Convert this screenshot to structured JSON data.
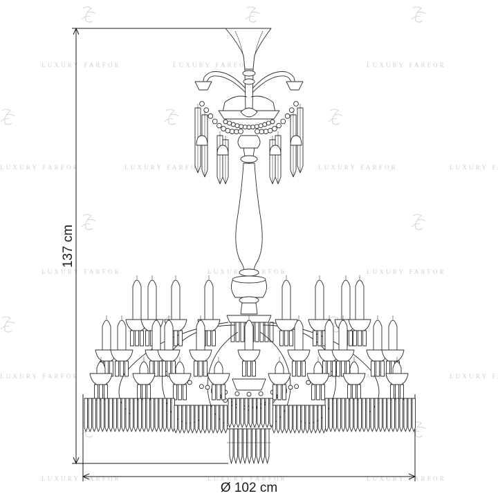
{
  "drawing": {
    "height_label": "137 cm",
    "diameter_label": "Ø 102 cm"
  },
  "watermark": {
    "text": "LUXURY FARFOR",
    "logo": "lf-monogram-icon"
  },
  "colors": {
    "ink": "#2a2a2a",
    "watermark": "#cfcfcf",
    "background": "#ffffff"
  }
}
